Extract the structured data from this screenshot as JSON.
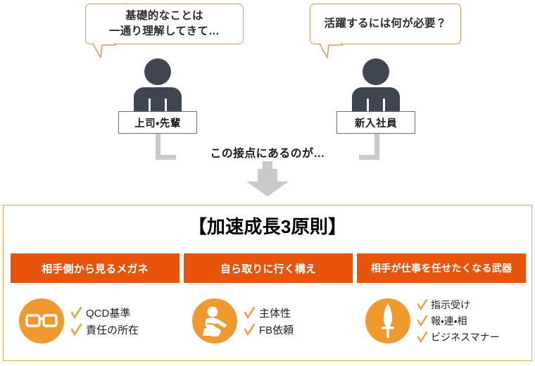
{
  "speech": {
    "left": {
      "line1": "基礎的なことは",
      "line2": "一通り理解してきて…"
    },
    "right": {
      "line1": "活躍するには何が必要？"
    }
  },
  "roles": {
    "left": "上司・先輩",
    "right": "新入社員"
  },
  "connector": {
    "text": "この接点にあるのが…"
  },
  "panel": {
    "title": "【加速成長3原則】",
    "columns": [
      {
        "header": "相手側から見るメガネ",
        "icon": "glasses-icon",
        "bullets": [
          "QCD基準",
          "責任の所在"
        ]
      },
      {
        "header": "自ら取りに行く構え",
        "icon": "reaching-person-icon",
        "bullets": [
          "主体性",
          "FB依頼"
        ]
      },
      {
        "header": "相手が仕事を任せたくなる武器",
        "icon": "sword-icon",
        "bullets": [
          "指示受け",
          "報・連・相",
          "ビジネスマナー"
        ]
      }
    ]
  },
  "colors": {
    "header_orange": "#e8540c",
    "icon_orange": "#f0992e",
    "panel_border": "#eda63f",
    "bubble_border": "#d79a5b",
    "person_gray": "#3f4551",
    "connector_gray": "#c9c9c9",
    "check_gold": "#e8a33d"
  }
}
